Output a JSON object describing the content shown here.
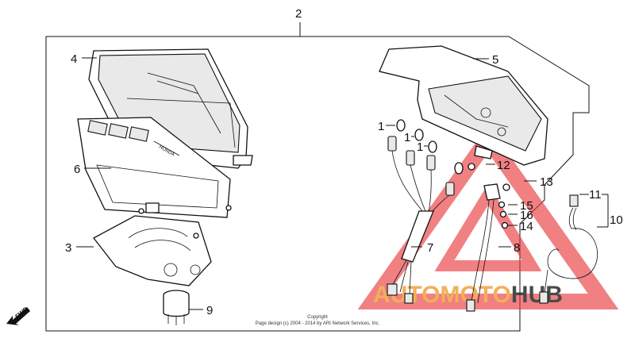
{
  "diagram": {
    "callouts": {
      "c1a": "1",
      "c1b": "1",
      "c1c": "1",
      "c2": "2",
      "c3": "3",
      "c4": "4",
      "c5": "5",
      "c6": "6",
      "c7": "7",
      "c8": "8",
      "c9": "9",
      "c10": "10",
      "c11": "11",
      "c12": "12",
      "c13": "13",
      "c14": "14",
      "c15": "15",
      "c16": "16"
    },
    "copyright_title": "Copyright",
    "copyright_line": "Page design (c) 2004 - 2014 by ARI Network Services, Inc.",
    "fwd_label": "FWD",
    "lens_brand": "HONDA"
  },
  "watermark": {
    "part1": "AUTOMOTO",
    "part2": "HUB",
    "colors": {
      "orange": "#f2a23a",
      "red": "#e8383c",
      "dark": "#2b2b2b"
    }
  }
}
